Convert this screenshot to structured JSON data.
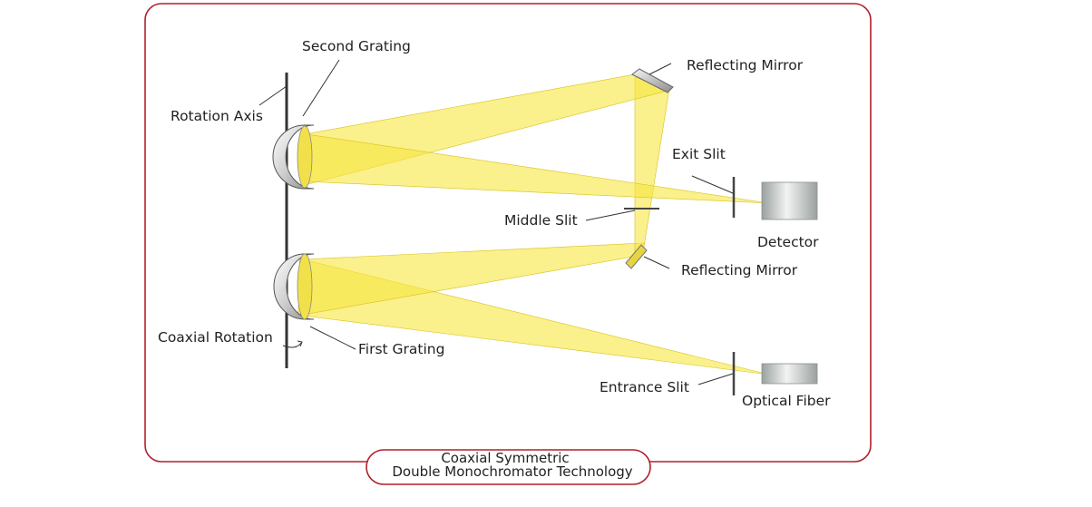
{
  "labels": {
    "second_grating": "Second Grating",
    "rotation_axis": "Rotation Axis",
    "reflecting_mirror_top": "Reflecting Mirror",
    "exit_slit": "Exit Slit",
    "middle_slit": "Middle Slit",
    "detector": "Detector",
    "reflecting_mirror_bottom": "Reflecting Mirror",
    "coaxial_rotation": "Coaxial Rotation",
    "first_grating": "First Grating",
    "entrance_slit": "Entrance Slit",
    "optical_fiber": "Optical Fiber"
  },
  "caption": {
    "line1": "Coaxial Symmetric",
    "line2": "Double Monochromator Technology"
  },
  "colors": {
    "frame": "#b0202a",
    "beam_fill": "#f7e640",
    "beam_stroke": "#d9c21a",
    "axis": "#333333"
  }
}
